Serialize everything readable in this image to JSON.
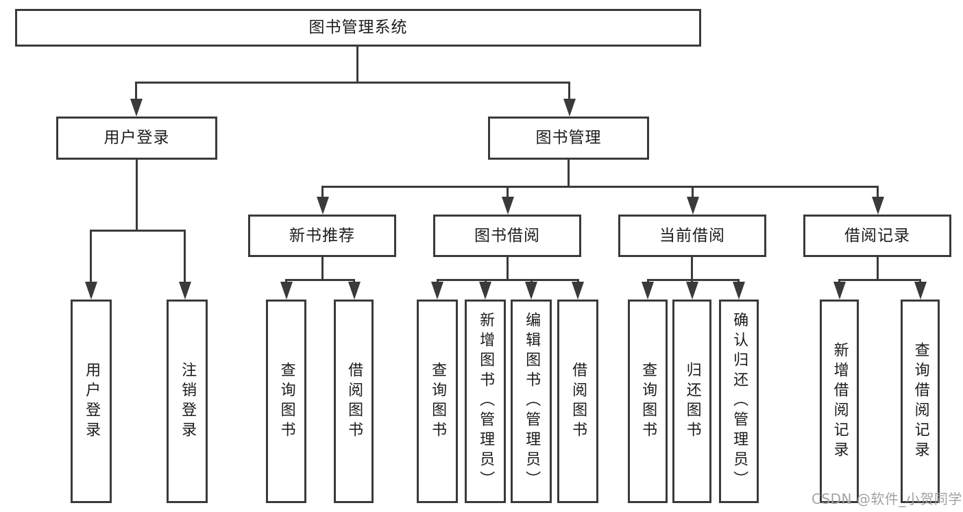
{
  "diagram_title": "图书管理系统",
  "tree": {
    "root": {
      "label": "图书管理系统"
    },
    "branches": [
      {
        "label": "用户登录",
        "children": [
          {
            "label": "用户登录"
          },
          {
            "label": "注销登录"
          }
        ]
      },
      {
        "label": "图书管理",
        "children": [
          {
            "label": "新书推荐",
            "children": [
              {
                "label": "查询图书"
              },
              {
                "label": "借阅图书"
              }
            ]
          },
          {
            "label": "图书借阅",
            "children": [
              {
                "label": "查询图书"
              },
              {
                "label": "新增图书（管理员）"
              },
              {
                "label": "编辑图书（管理员）"
              },
              {
                "label": "借阅图书"
              }
            ]
          },
          {
            "label": "当前借阅",
            "children": [
              {
                "label": "查询图书"
              },
              {
                "label": "归还图书"
              },
              {
                "label": "确认归还（管理员）"
              }
            ]
          },
          {
            "label": "借阅记录",
            "children": [
              {
                "label": "新增借阅记录"
              },
              {
                "label": "查询借阅记录"
              }
            ]
          }
        ]
      }
    ]
  },
  "watermark": {
    "text": "CSDN @软件_小贺同学"
  },
  "colors": {
    "line": "#3a3a3a",
    "text": "#1c1c1c",
    "watermark": "#a2a2a2",
    "background": "#ffffff"
  }
}
